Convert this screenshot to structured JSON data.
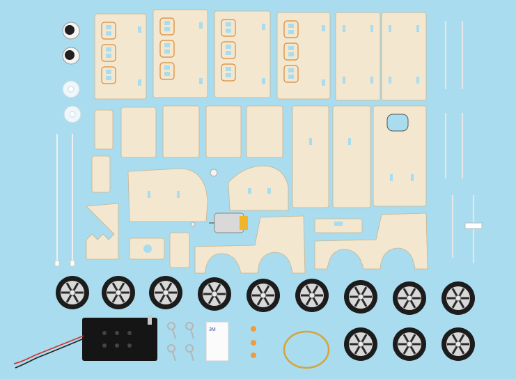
{
  "scene": {
    "background": "#a9dcee",
    "wood_color": "#f3e7cf",
    "wood_edge": "#c9b48f",
    "engrave_color": "#d98a38",
    "tire_color": "#1c1c1c",
    "rim_color": "#d8d8d8",
    "battery_color": "#151515"
  },
  "tape": {
    "brand": "3M"
  },
  "parts": {
    "wheels": 12,
    "eyes": 2,
    "pulleys": 2,
    "screw_eyes": 4,
    "beads": 3,
    "rods": 6,
    "cable_ties": 2
  }
}
